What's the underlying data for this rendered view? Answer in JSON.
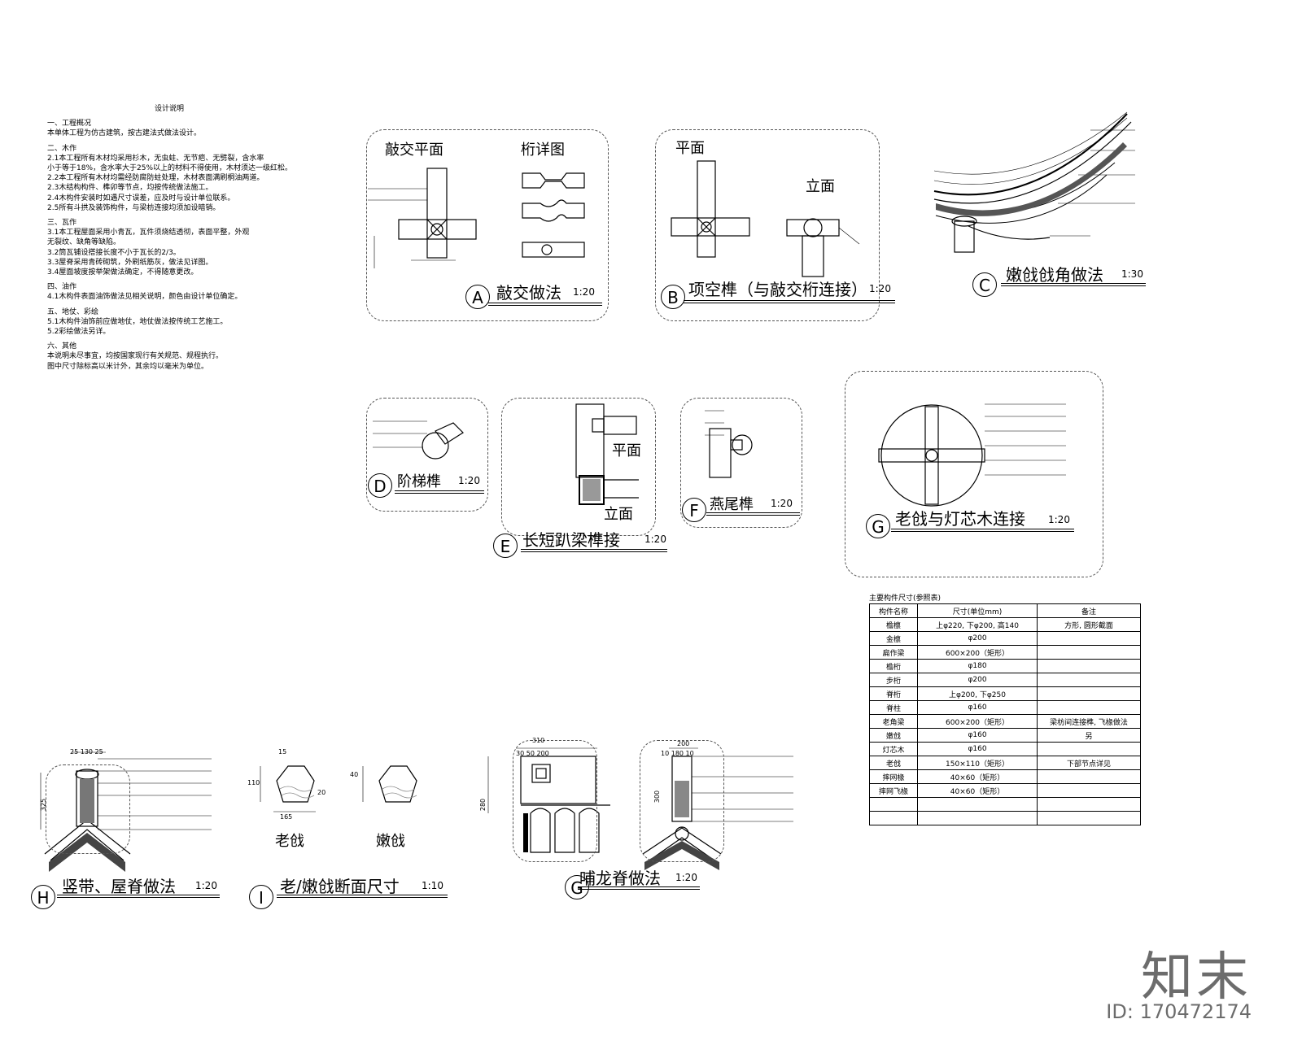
{
  "notes": {
    "title": "设计说明",
    "lines": [
      "一、工程概况",
      "本单体工程为仿古建筑，按古建法式做法设计。",
      "二、木作",
      "2.1本工程所有木材均采用杉木，无虫蛀、无节疤、无劈裂，含水率",
      "小于等于18%，含水率大于25%以上的材料不得使用，木材须达一级红松。",
      "2.2本工程所有木材均需经防腐防蛀处理，木材表面满刷桐油两道。",
      "2.3木结构构件、榫卯等节点，均按传统做法施工。",
      "2.4木构件安装时如遇尺寸误差，应及时与设计单位联系。",
      "2.5所有斗拱及装饰构件，与梁枋连接均须加设暗销。",
      "三、瓦作",
      "3.1本工程屋面采用小青瓦，瓦件须烧结透彻，表面平整，外观",
      "无裂纹、缺角等缺陷。",
      "3.2筒瓦铺设搭接长度不小于瓦长的2/3。",
      "3.3屋脊采用青砖砌筑，外刷纸筋灰，做法见详图。",
      "3.4屋面坡度按举架做法确定，不得随意更改。",
      "四、油作",
      "4.1木构件表面油饰做法见相关说明，颜色由设计单位确定。",
      "五、地仗、彩绘",
      "5.1木构件油饰前应做地仗，地仗做法按传统工艺施工。",
      "5.2彩绘做法另详。",
      "六、其他",
      "本说明未尽事宜，均按国家现行有关规范、规程执行。",
      "图中尺寸除标高以米计外，其余均以毫米为单位。"
    ]
  },
  "details": {
    "A": {
      "letter": "A",
      "title": "敲交做法",
      "scale": "1:20",
      "sub1": "敲交平面",
      "sub2": "桁详图"
    },
    "B": {
      "letter": "B",
      "title": "项空榫（与敲交桁连接）",
      "scale": "1:20",
      "sub1": "平面",
      "sub2": "立面"
    },
    "C": {
      "letter": "C",
      "title": "嫩戗戗角做法",
      "scale": "1:30"
    },
    "D": {
      "letter": "D",
      "title": "阶梯榫",
      "scale": "1:20"
    },
    "E": {
      "letter": "E",
      "title": "长短趴梁榫接",
      "scale": "1:20",
      "sub1": "平面",
      "sub2": "立面"
    },
    "F": {
      "letter": "F",
      "title": "燕尾榫",
      "scale": "1:20"
    },
    "G": {
      "letter": "G",
      "title": "老戗与灯芯木连接",
      "scale": "1:20"
    },
    "H": {
      "letter": "H",
      "title": "竖带、屋脊做法",
      "scale": "1:20",
      "dims": "25 130 25",
      "dim_v": "325"
    },
    "I": {
      "letter": "I",
      "title": "老/嫩戗断面尺寸",
      "scale": "1:10",
      "label1": "老戗",
      "label2": "嫩戗",
      "dim1": "165",
      "dim2": "15",
      "dim3": "110",
      "dim4": "40",
      "dim5": "20"
    },
    "J": {
      "letter": "G",
      "title": "哺龙脊做法",
      "scale": "1:20",
      "dim_top": "310",
      "dim_row": "30 50 200",
      "dim_v": "280",
      "dim_top2": "200",
      "dim_row2": "10 180 10",
      "dim_v2": "300"
    }
  },
  "table": {
    "caption": "主要构件尺寸(参照表)",
    "headers": [
      "构件名称",
      "尺寸(单位mm)",
      "备注"
    ],
    "rows": [
      [
        "檐檩",
        "上φ220, 下φ200, 高140",
        "方形, 圆形截面"
      ],
      [
        "金檩",
        "φ200",
        ""
      ],
      [
        "扁作梁",
        "600×200（矩形）",
        ""
      ],
      [
        "檐桁",
        "φ180",
        ""
      ],
      [
        "步桁",
        "φ200",
        ""
      ],
      [
        "脊桁",
        "上φ200, 下φ250",
        ""
      ],
      [
        "脊柱",
        "φ160",
        ""
      ],
      [
        "老角梁",
        "600×200（矩形）",
        "梁枋间连接榫, 飞椽做法"
      ],
      [
        "嫩戗",
        "φ160",
        "另"
      ],
      [
        "灯芯木",
        "φ160",
        ""
      ],
      [
        "老戗",
        "150×110（矩形）",
        "下部节点详见"
      ],
      [
        "摔网椽",
        "40×60（矩形）",
        ""
      ],
      [
        "摔网飞椽",
        "40×60（矩形）",
        ""
      ],
      [
        "",
        "",
        ""
      ],
      [
        "",
        "",
        ""
      ]
    ]
  },
  "brand": {
    "name": "知末",
    "id": "ID: 170472174"
  }
}
